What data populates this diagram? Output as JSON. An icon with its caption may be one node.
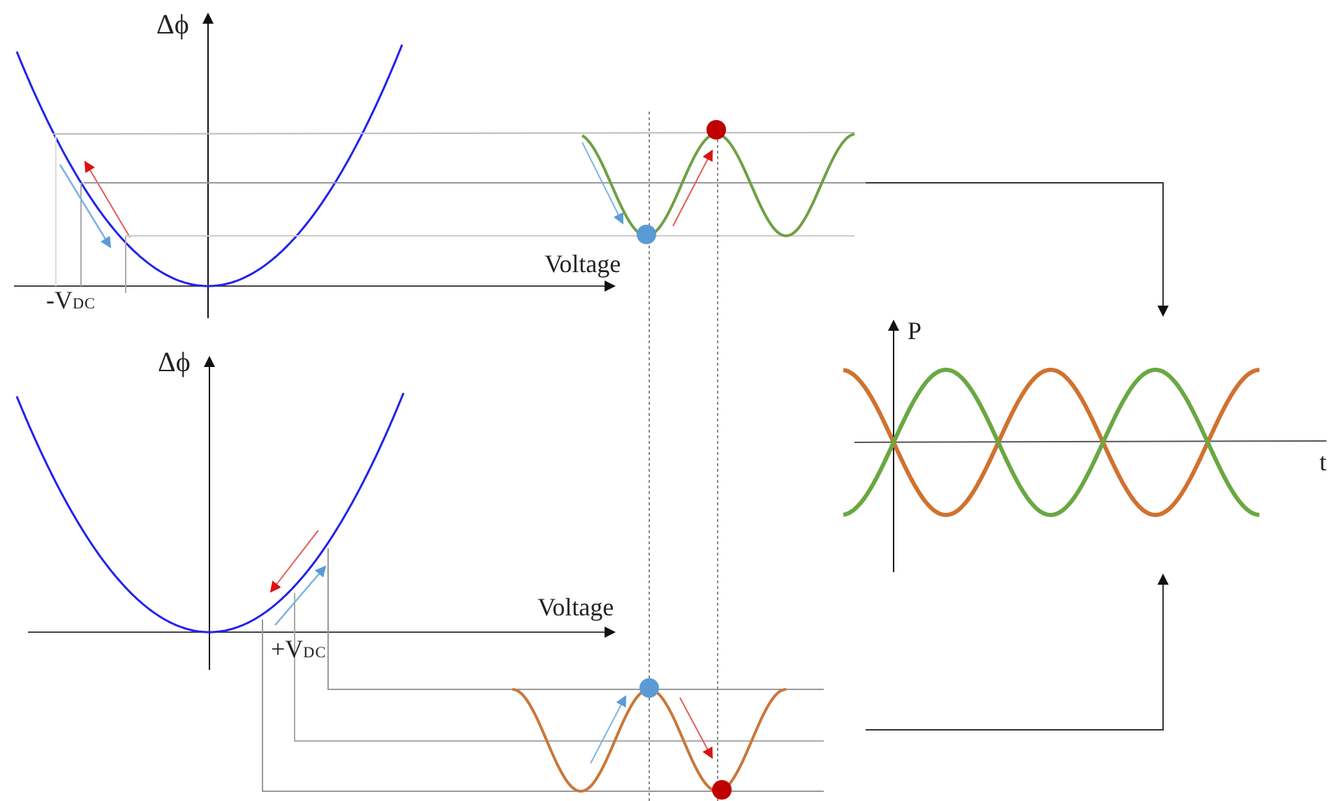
{
  "diagram": {
    "nodes": [
      {
        "text": [],
        "shape": "picture"
      },
      {
        "text": [],
        "shape": "picture"
      },
      {
        "text": [],
        "shape": "picture"
      }
    ],
    "edges": [
      {
        "from": 0,
        "to": 2,
        "arrow": "to"
      },
      {
        "from": 1,
        "to": 2,
        "arrow": "to"
      }
    ],
    "labels": [
      "Δϕ",
      "Voltage",
      "-V$_{DC}$",
      "Δϕ",
      "Voltage",
      "+V$_{DC}$",
      "P",
      "t"
    ]
  }
}
